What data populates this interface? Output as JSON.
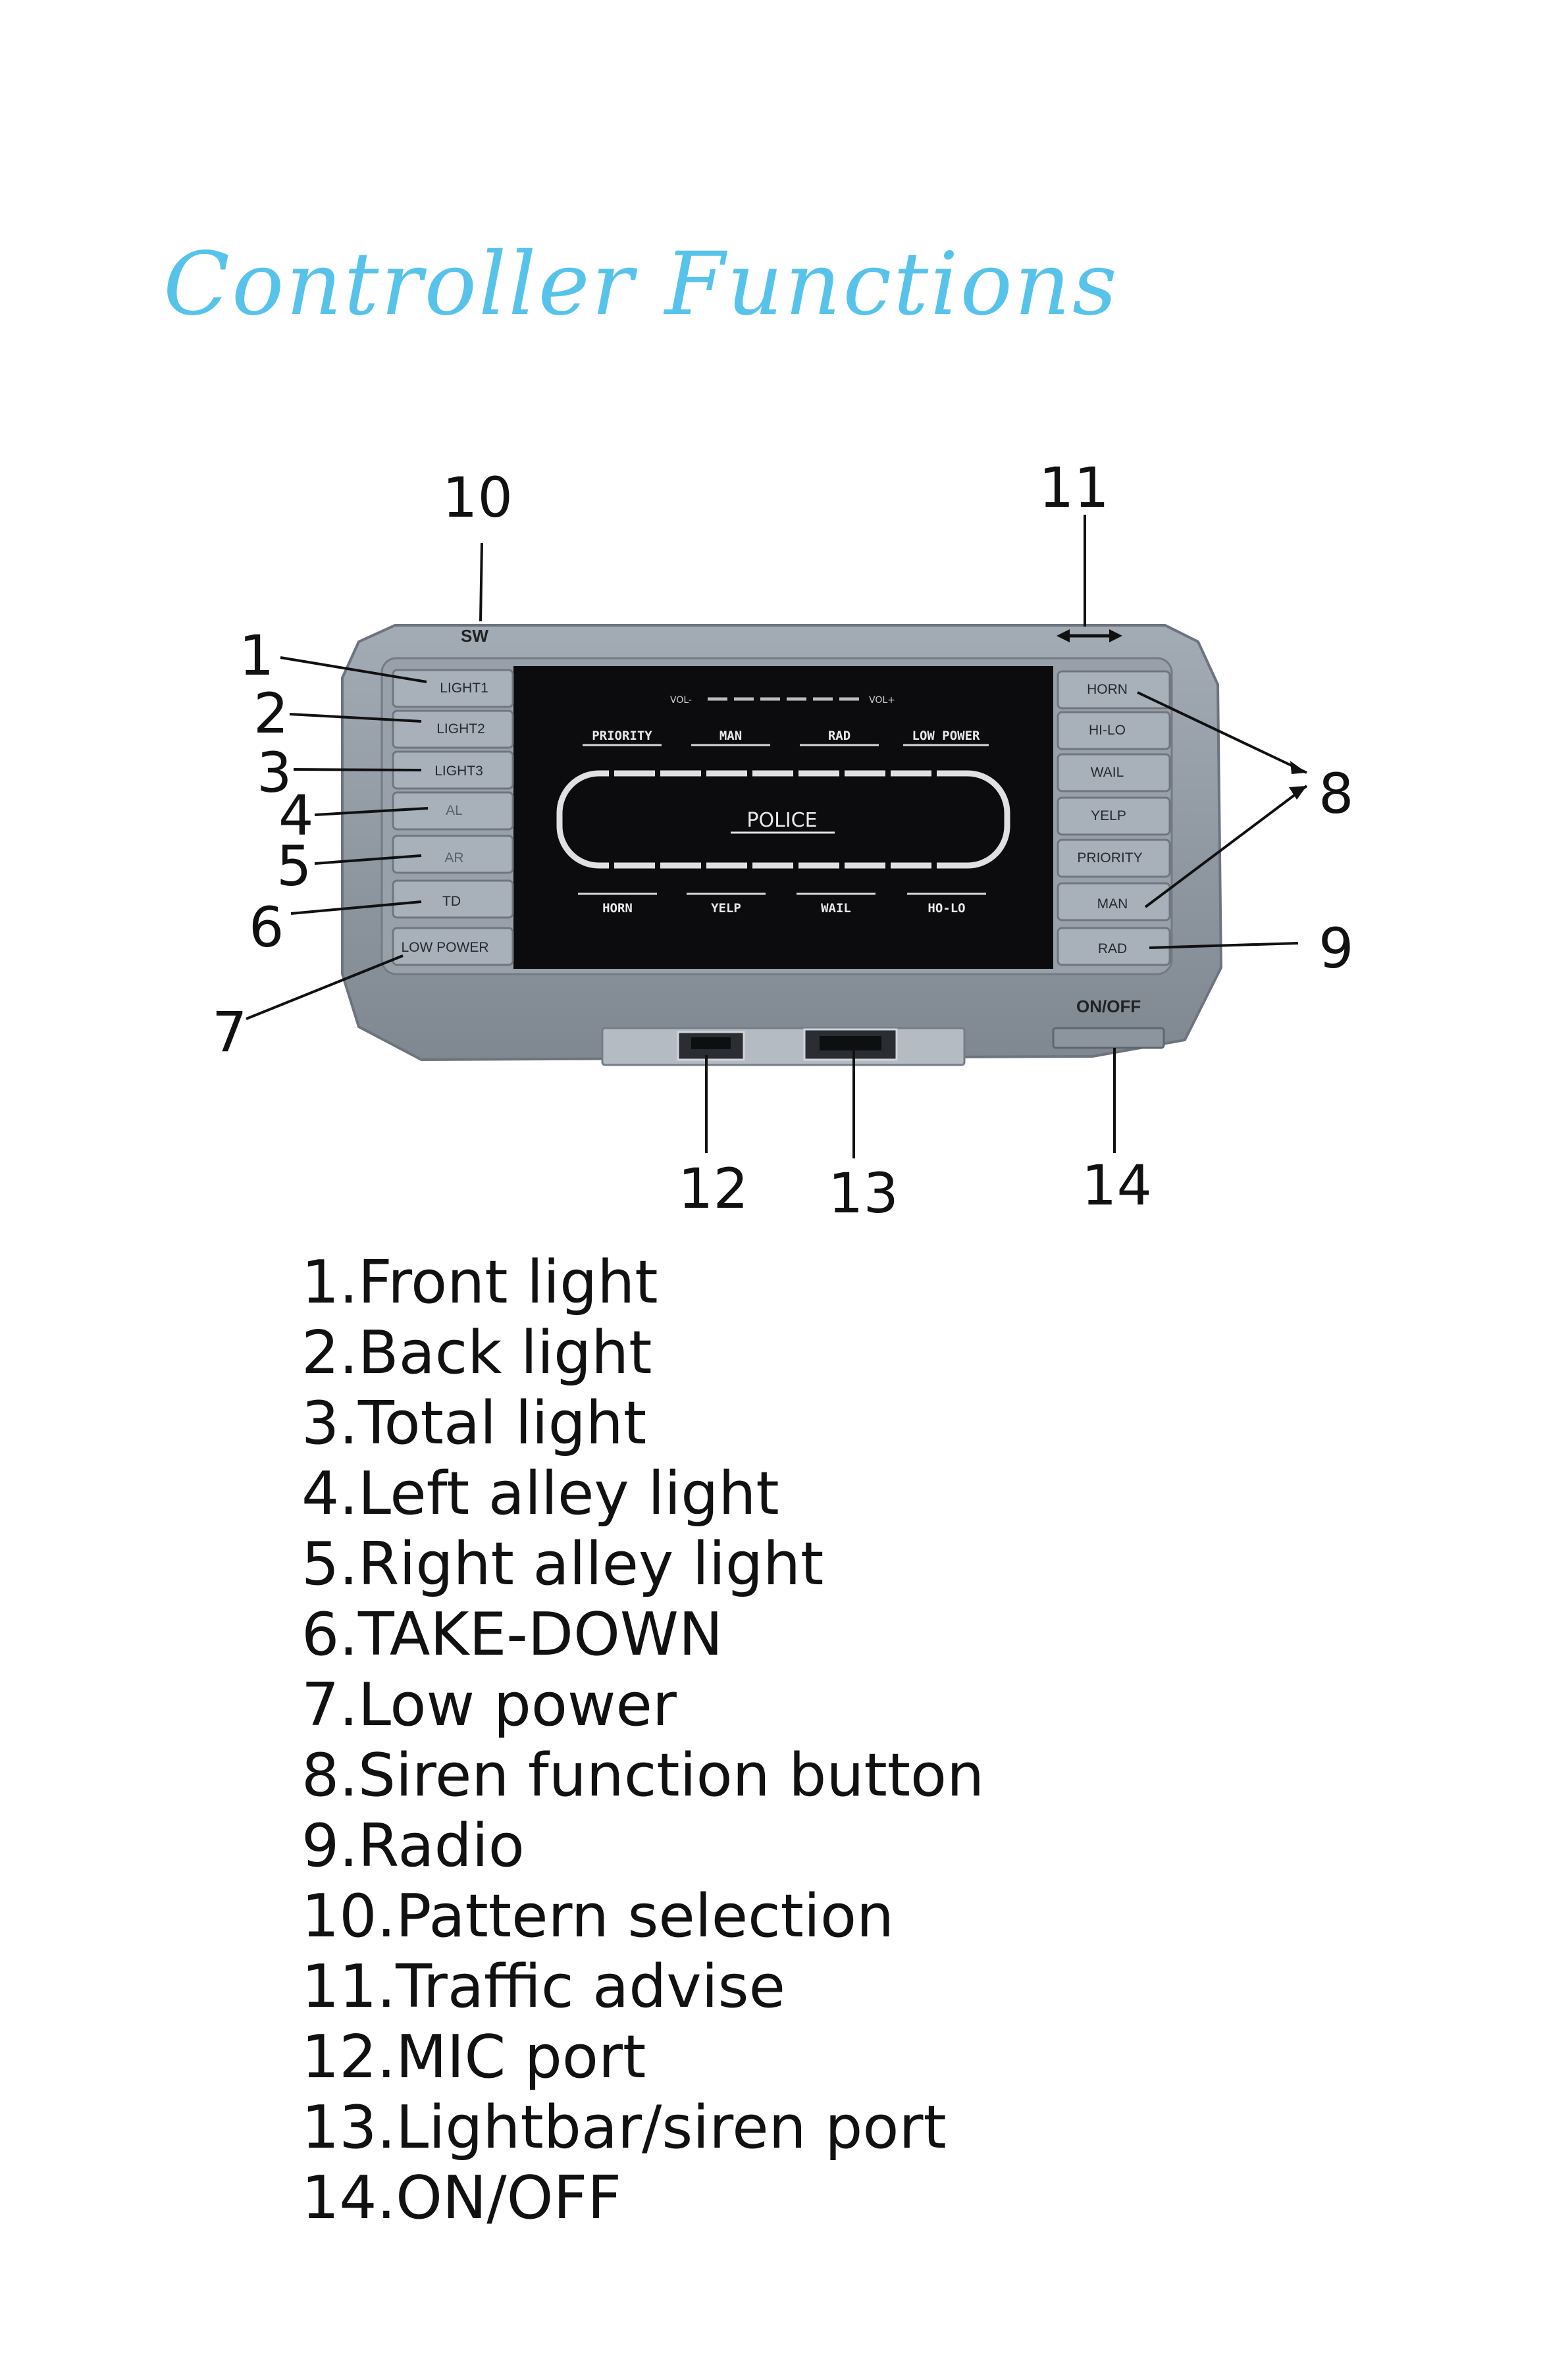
{
  "title": "Controller Functions",
  "device": {
    "left_buttons": [
      "LIGHT1",
      "LIGHT2",
      "LIGHT3",
      "AL",
      "AR",
      "TD",
      "LOW POWER"
    ],
    "right_buttons": [
      "HORN",
      "HI-LO",
      "WAIL",
      "YELP",
      "PRIORITY",
      "MAN",
      "RAD"
    ],
    "screen": {
      "vol_minus": "VOL-",
      "vol_plus": "VOL+",
      "top_labels": [
        "PRIORITY",
        "MAN",
        "RAD",
        "LOW POWER"
      ],
      "center_label": "POLICE",
      "bottom_labels": [
        "HORN",
        "YELP",
        "WAIL",
        "HO-LO"
      ]
    },
    "sw_label": "SW",
    "onoff_label": "ON/OFF"
  },
  "callouts": [
    "1",
    "2",
    "3",
    "4",
    "5",
    "6",
    "7",
    "8",
    "9",
    "10",
    "11",
    "12",
    "13",
    "14"
  ],
  "legend": [
    "1.Front light",
    "2.Back light",
    "3.Total light",
    "4.Left alley light",
    "5.Right alley light",
    "6.TAKE-DOWN",
    "7.Low power",
    "8.Siren function button",
    "9.Radio",
    "10.Pattern selection",
    "11.Traffic advise",
    "12.MIC port",
    "13.Lightbar/siren port",
    "14.ON/OFF"
  ],
  "colors": {
    "title": "#58c3ea",
    "body": "#8e96a0",
    "screen": "#0c0c0e"
  }
}
